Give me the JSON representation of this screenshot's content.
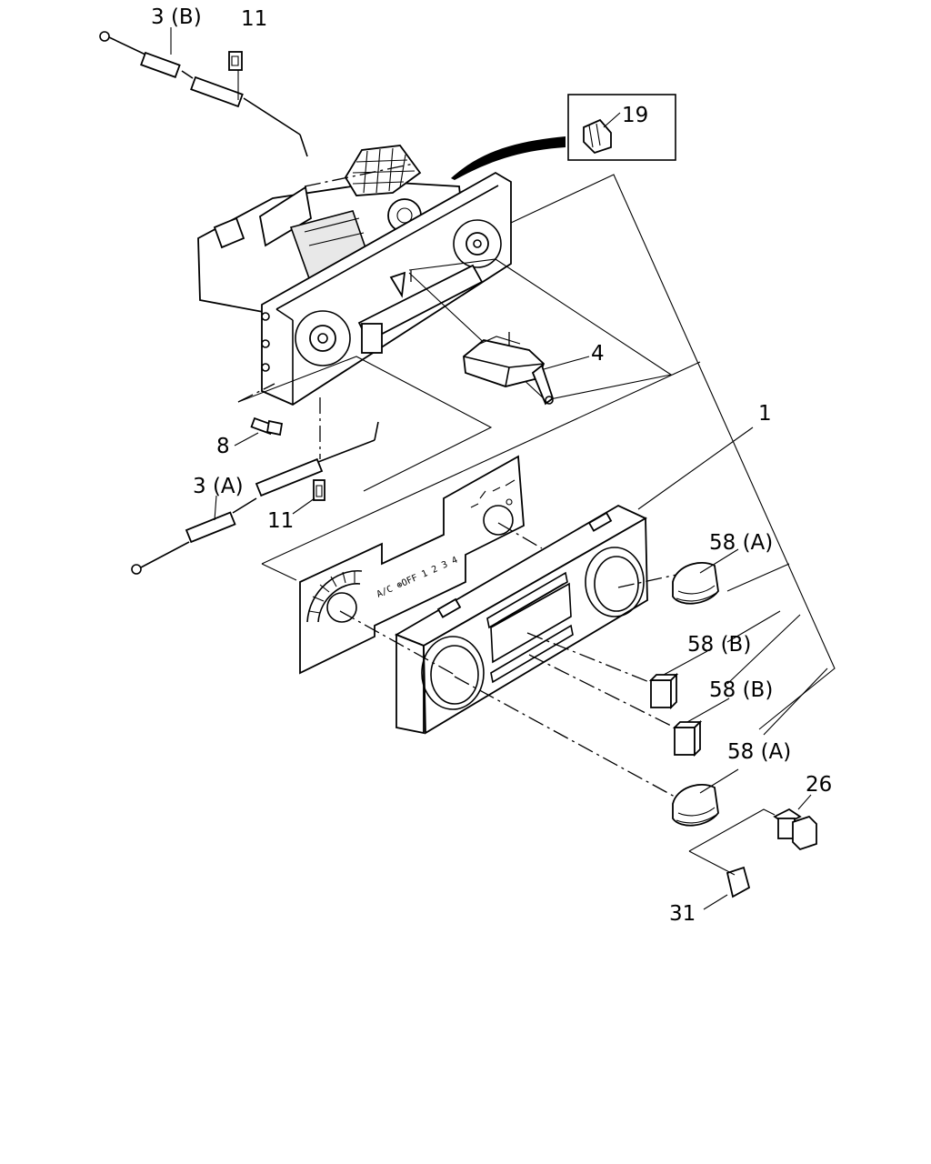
{
  "callouts": {
    "c_3B": "3 (B)",
    "c_11_top": "11",
    "c_19": "19",
    "c_4": "4",
    "c_1": "1",
    "c_8": "8",
    "c_3A": "3 (A)",
    "c_11_bottom": "11",
    "c_58A_top": "58 (A)",
    "c_58B_1": "58 (B)",
    "c_58B_2": "58 (B)",
    "c_58A_bottom": "58 (A)",
    "c_26": "26",
    "c_31": "31"
  },
  "panel_legend": {
    "mode_text": "A/C ⊛OFF 1 2 3 4"
  },
  "colors": {
    "line": "#000000",
    "background": "#ffffff"
  }
}
